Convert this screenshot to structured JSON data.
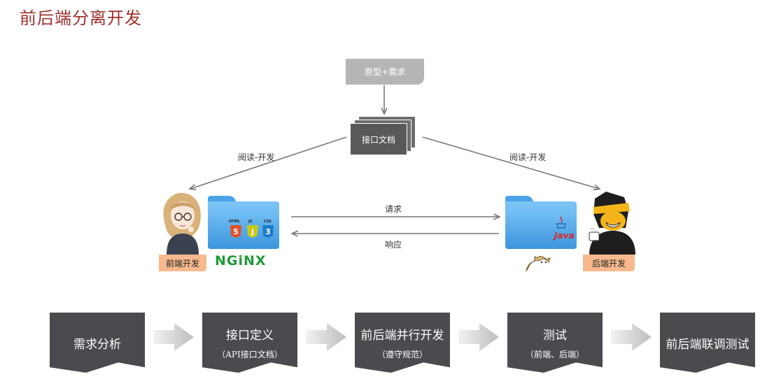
{
  "title": "前后端分离开发",
  "diagram": {
    "source_box": "原型+需求",
    "api_doc": "接口文档",
    "left_edge_label": "阅读-开发",
    "right_edge_label": "阅读-开发",
    "request_label": "请求",
    "response_label": "响应",
    "frontend_badge": "前端开发",
    "backend_badge": "后端开发",
    "web_icons": {
      "html": "HTML",
      "js": "JS",
      "css": "CSS",
      "html_glyph": "5",
      "js_glyph": "J",
      "css_glyph": "3"
    },
    "server_logo": "NGiNX",
    "java_logo": "Java"
  },
  "steps": [
    {
      "title": "需求分析",
      "sub": ""
    },
    {
      "title": "接口定义",
      "sub": "（API接口文档）"
    },
    {
      "title": "前后端并行开发",
      "sub": "（遵守规范）"
    },
    {
      "title": "测试",
      "sub": "（前端、后端）"
    },
    {
      "title": "前后端联调测试",
      "sub": ""
    }
  ],
  "colors": {
    "title": "#a0302c",
    "step_bg": "#4a4a4f",
    "badge": "#f7b98d",
    "folder": "#4ea7ea",
    "nginx": "#1f9a3a"
  }
}
